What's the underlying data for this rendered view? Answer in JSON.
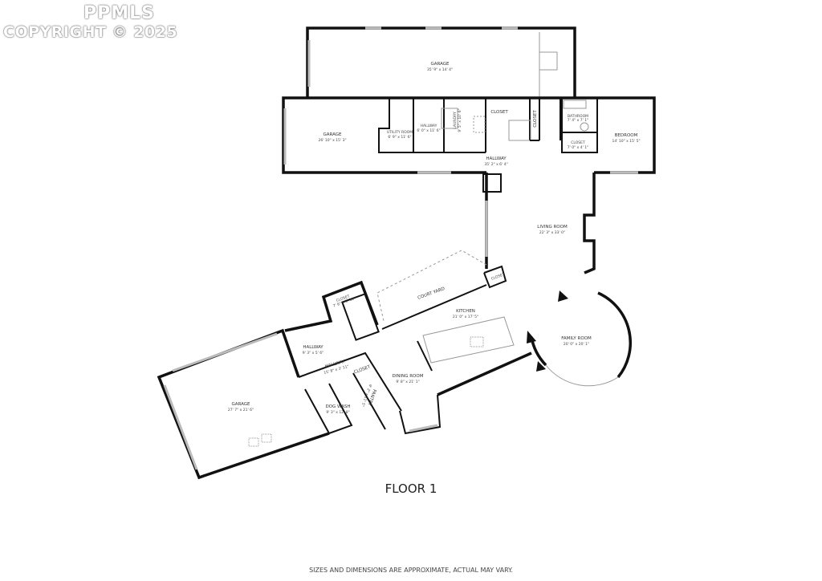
{
  "watermark": {
    "brand": "PPMLS",
    "copyright": "COPYRIGHT © 2025"
  },
  "floor_title": "FLOOR 1",
  "disclaimer": "SIZES AND DIMENSIONS ARE APPROXIMATE, ACTUAL MAY VARY.",
  "rooms": [
    {
      "name": "GARAGE",
      "dims": "35' 9\" x 14' 4\""
    },
    {
      "name": "GARAGE",
      "dims": "26' 10\" x 15' 3\""
    },
    {
      "name": "UTILITY ROOM",
      "dims": "6' 9\" x 11' 6\""
    },
    {
      "name": "HALLWAY",
      "dims": "6' 0\" x 11' 6\""
    },
    {
      "name": "LAUNDRY",
      "dims": "9' 5\" x 10' 6\""
    },
    {
      "name": "CLOSET",
      "dims": ""
    },
    {
      "name": "CLOSET",
      "dims": ""
    },
    {
      "name": "BATHROOM",
      "dims": "7' 4\" x 7' 1\""
    },
    {
      "name": "CLOSET",
      "dims": "7' 0\" x 4' 1\""
    },
    {
      "name": "BEDROOM",
      "dims": "14' 10\" x 15' 5\""
    },
    {
      "name": "HALLWAY",
      "dims": "35' 2\" x 6' 4\""
    },
    {
      "name": "LIVING ROOM",
      "dims": "22' 3\" x 33' 0\""
    },
    {
      "name": "CLOSET",
      "dims": ""
    },
    {
      "name": "COURT YARD",
      "dims": ""
    },
    {
      "name": "KITCHEN",
      "dims": "21' 0\" x 17' 5\""
    },
    {
      "name": "FAMILY ROOM",
      "dims": "20' 0\" x 20' 1\""
    },
    {
      "name": "CLOSET",
      "dims": "7' 6\" x 5' 10\""
    },
    {
      "name": "HALLWAY",
      "dims": "9' 3\" x 5' 6\""
    },
    {
      "name": "HALLWAY",
      "dims": "15' 8\" x 3' 11\""
    },
    {
      "name": "CLOSET",
      "dims": ""
    },
    {
      "name": "DINING ROOM",
      "dims": "9' 8\" x 21' 1\""
    },
    {
      "name": "DOG WASH",
      "dims": "9' 3\" x 12' 8\""
    },
    {
      "name": "PANTRY",
      "dims": "9' 2\" x 11' 5\""
    },
    {
      "name": "GARAGE",
      "dims": "27' 7\" x 21' 6\""
    }
  ]
}
